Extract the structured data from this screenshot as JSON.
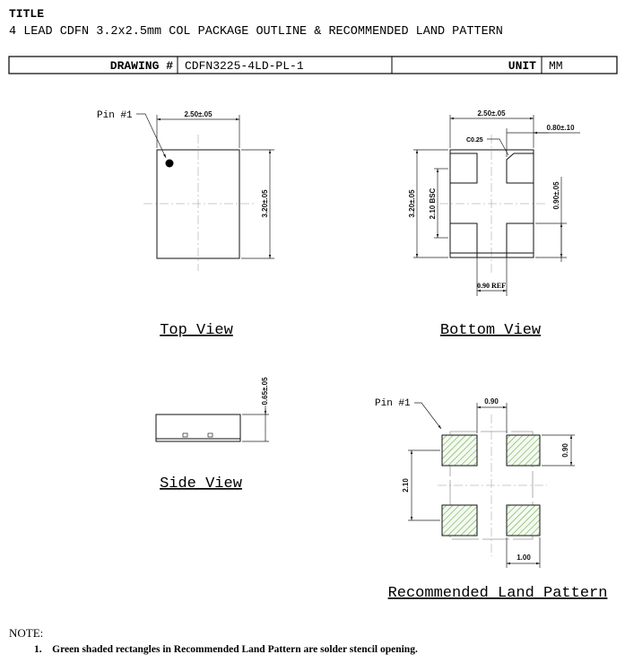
{
  "header": {
    "title_label": "TITLE",
    "title": "4 LEAD CDFN 3.2x2.5mm COL PACKAGE OUTLINE & RECOMMENDED LAND PATTERN"
  },
  "info_table": {
    "drawing_label": "DRAWING #",
    "drawing_value": "CDFN3225-4LD-PL-1",
    "unit_label": "UNIT",
    "unit_value": "MM"
  },
  "top_view": {
    "label": "Top View",
    "pin_label": "Pin #1",
    "width_dim": "2.50±.05",
    "height_dim": "3.20±.05"
  },
  "bottom_view": {
    "label": "Bottom View",
    "width_dim": "2.50±.05",
    "pad_width_dim": "0.80±.10",
    "chamfer_dim": "C0.25",
    "height_dim": "3.20±.05",
    "pitch_dim": "2.10 BSC",
    "pad_height_dim": "0.90±.05",
    "gap_dim": "0.90 REF"
  },
  "side_view": {
    "label": "Side View",
    "thickness_dim": "0.65±.05"
  },
  "land_pattern": {
    "label": "Recommended Land Pattern",
    "pin_label": "Pin #1",
    "gap_dim": "0.90",
    "pad_height_dim": "0.90",
    "pitch_dim": "2.10",
    "pad_width_dim": "1.00",
    "pad_color": "#6aa84f"
  },
  "notes": {
    "heading": "NOTE:",
    "items": [
      "1.    Green shaded rectangles in Recommended Land Pattern are solder stencil opening."
    ]
  }
}
